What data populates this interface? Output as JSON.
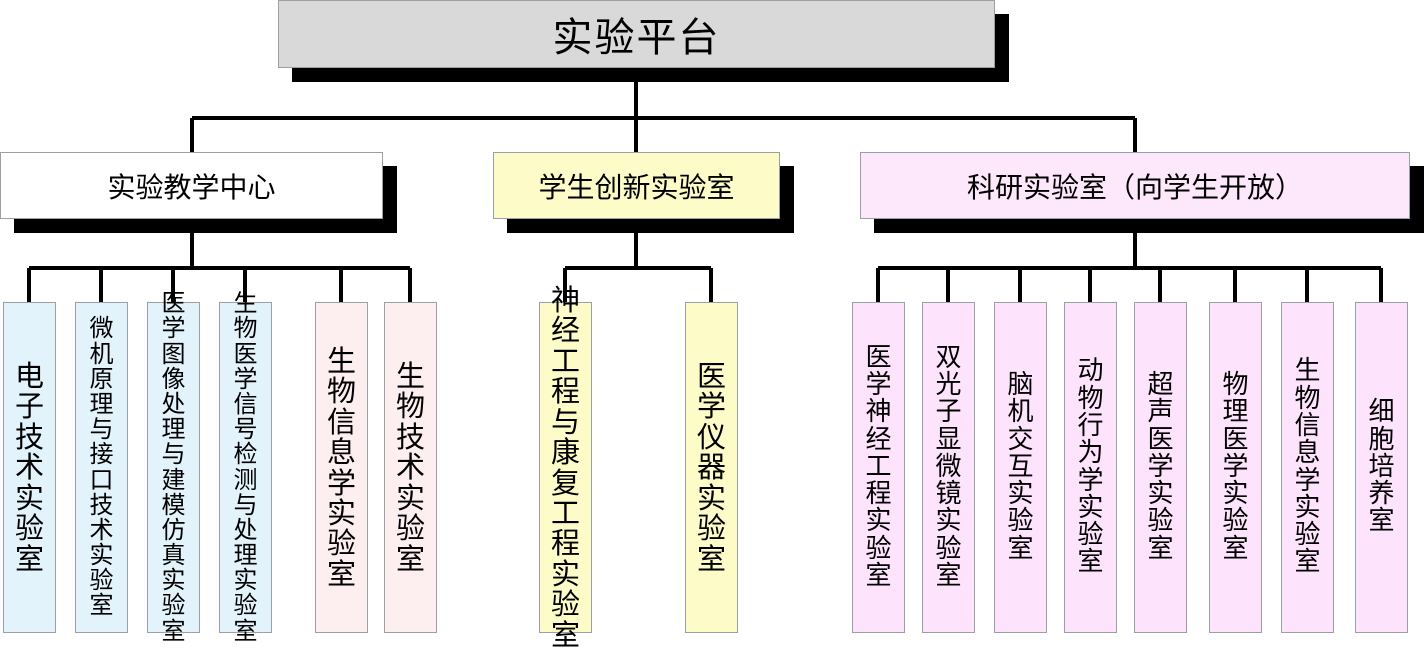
{
  "root": {
    "label": "实验平台",
    "color": "#d9d9d9"
  },
  "branches": [
    {
      "label": "实验教学中心",
      "color": "#ffffff",
      "children": [
        "电子技术实验室",
        "微机原理与接口技术实验室",
        "医学图像处理与建模仿真实验室",
        "生物医学信号检测与处理实验室",
        "生物信息学实验室",
        "生物技术实验室"
      ]
    },
    {
      "label": "学生创新实验室",
      "color": "#fdfcc9",
      "children": [
        "神经工程与康复工程实验室",
        "医学仪器实验室"
      ]
    },
    {
      "label": "科研实验室（向学生开放）",
      "color": "#fde7fb",
      "children": [
        "医学神经工程实验室",
        "双光子显微镜实验室",
        "脑机交互实验室",
        "动物行为学实验室",
        "超声医学实验室",
        "物理医学实验室",
        "生物信息学实验室",
        "细胞培养室"
      ]
    }
  ],
  "colors": {
    "lab_blue": "#e3f3fc",
    "lab_pink": "#fdeff0",
    "lab_yellow": "#fdfcc9",
    "lab_violet": "#fde3fb",
    "line": "#000000"
  }
}
